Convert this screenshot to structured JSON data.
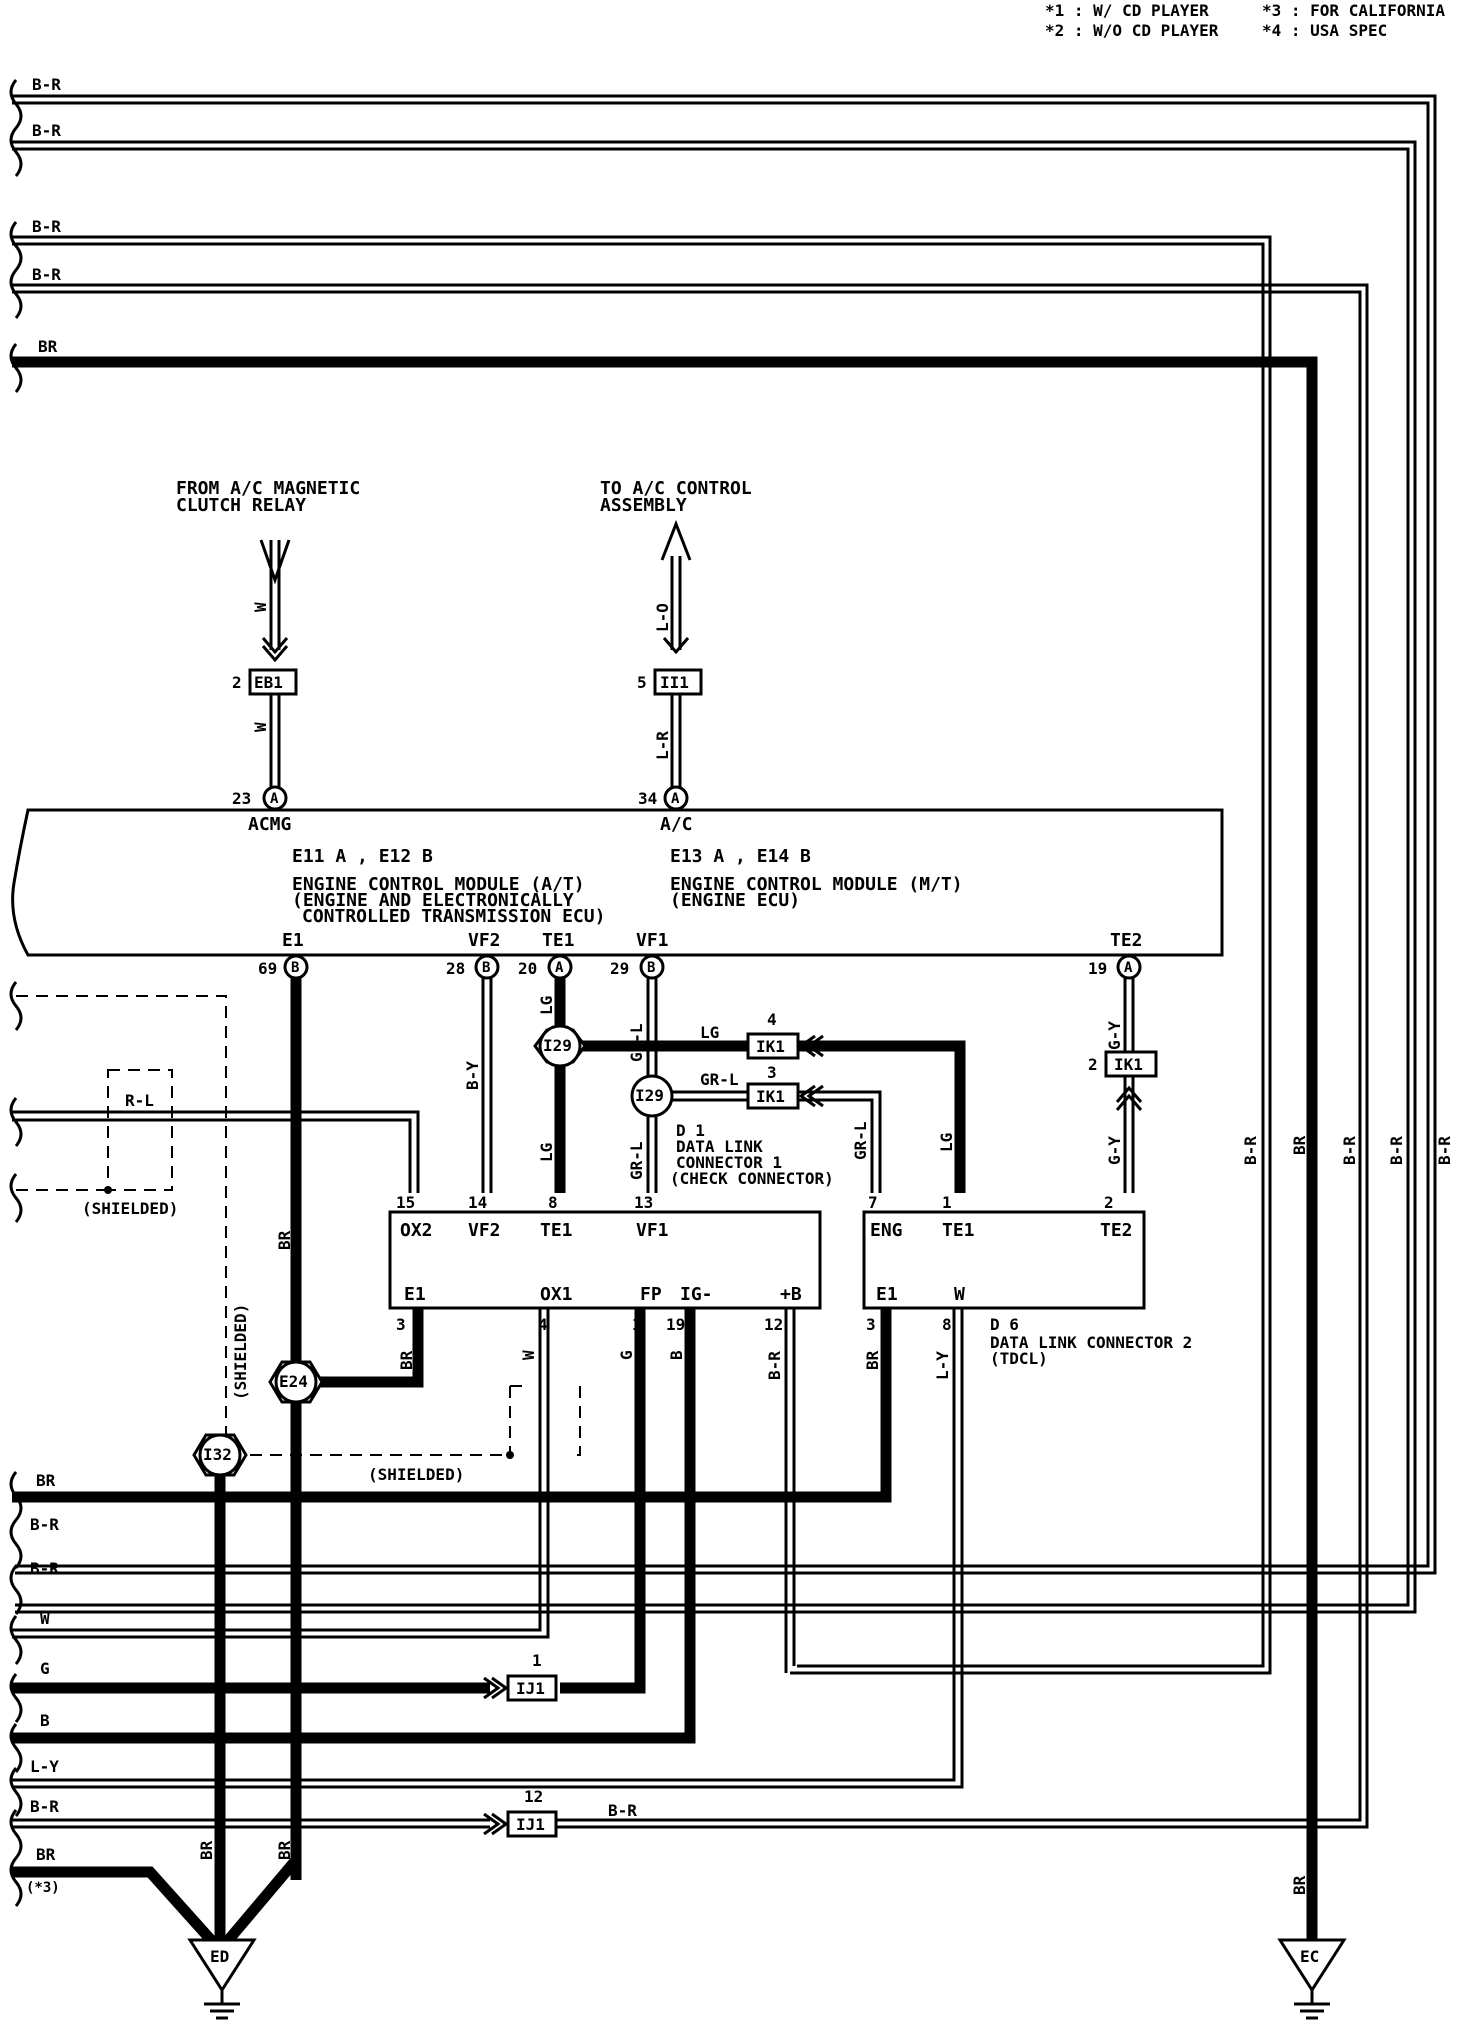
{
  "notes": [
    "*1 : W/ CD PLAYER",
    "*2 : W/O CD PLAYER",
    "*3 : FOR CALIFORNIA",
    "*4 : USA SPEC"
  ],
  "external": {
    "from_acmag": [
      "FROM A/C MAGNETIC",
      "CLUTCH RELAY"
    ],
    "to_ac_control": [
      "TO A/C CONTROL",
      "ASSEMBLY"
    ]
  },
  "ecm": {
    "pin_acmg": "ACMG",
    "pin_ac": "A/C",
    "at_ref": "E11 A , E12 B",
    "mt_ref": "E13 A , E14 B",
    "at_title": [
      "ENGINE CONTROL MODULE (A/T)",
      "(ENGINE AND ELECTRONICALLY",
      "CONTROLLED TRANSMISSION ECU)"
    ],
    "mt_title": [
      "ENGINE CONTROL MODULE (M/T)",
      "(ENGINE ECU)"
    ],
    "bottom_pins": [
      {
        "num": "69",
        "conn": "B",
        "name": "E1"
      },
      {
        "num": "28",
        "conn": "B",
        "name": "VF2"
      },
      {
        "num": "20",
        "conn": "A",
        "name": "TE1"
      },
      {
        "num": "29",
        "conn": "B",
        "name": "VF1"
      },
      {
        "num": "19",
        "conn": "A",
        "name": "TE2"
      }
    ],
    "top_pins": [
      {
        "num": "23",
        "conn": "A"
      },
      {
        "num": "34",
        "conn": "A"
      }
    ]
  },
  "connectors": {
    "eb1": {
      "num": "2",
      "label": "EB1"
    },
    "ii1": {
      "num": "5",
      "label": "II1"
    },
    "ik1_a": {
      "num": "4",
      "label": "IK1"
    },
    "ik1_b": {
      "num": "3",
      "label": "IK1"
    },
    "ik1_c": {
      "num": "2",
      "label": "IK1"
    },
    "ij1_a": {
      "num": "1",
      "label": "IJ1"
    },
    "ij1_b": {
      "num": "12",
      "label": "IJ1"
    }
  },
  "junctions": {
    "i29_a": "I29",
    "i29_b": "I29",
    "e24": "E24",
    "i32": "I32"
  },
  "dlc1": {
    "ref": "D 1",
    "title": [
      "DATA LINK",
      "CONNECTOR 1",
      "(CHECK CONNECTOR)"
    ],
    "top_pins": [
      {
        "num": "15",
        "name": "OX2"
      },
      {
        "num": "14",
        "name": "VF2"
      },
      {
        "num": "8",
        "name": "TE1"
      },
      {
        "num": "13",
        "name": "VF1"
      }
    ],
    "bottom_pins": [
      {
        "num": "3",
        "name": "E1"
      },
      {
        "num": "4",
        "name": "OX1"
      },
      {
        "num": "1",
        "name": "FP"
      },
      {
        "num": "19",
        "name": "IG-"
      },
      {
        "num": "12",
        "name": "+B"
      }
    ]
  },
  "dlc2": {
    "ref": "D 6",
    "title": [
      "DATA LINK CONNECTOR 2",
      "(TDCL)"
    ],
    "top_pins": [
      {
        "num": "7",
        "name": "ENG"
      },
      {
        "num": "1",
        "name": "TE1"
      },
      {
        "num": "2",
        "name": "TE2"
      }
    ],
    "bottom_pins": [
      {
        "num": "3",
        "name": "E1"
      },
      {
        "num": "8",
        "name": "W"
      }
    ]
  },
  "shielded": "(SHIELDED)",
  "grounds": {
    "ed": "ED",
    "ec": "EC"
  },
  "left_top_wires": [
    "B-R",
    "B-R",
    "B-R",
    "B-R",
    "BR"
  ],
  "left_bottom_wires": [
    "BR",
    "B-R",
    "B-R",
    "W",
    "G",
    "B",
    "L-Y",
    "B-R",
    "BR"
  ],
  "note_ref3": "(*3)",
  "wire_labels": {
    "w": "W",
    "lo": "L-O",
    "lr": "L-R",
    "lg": "LG",
    "grl": "GR-L",
    "by": "B-Y",
    "rl": "R-L",
    "gy": "G-Y",
    "br": "BR",
    "g": "G",
    "b": "B",
    "br_r": "B-R",
    "ly": "L-Y"
  }
}
